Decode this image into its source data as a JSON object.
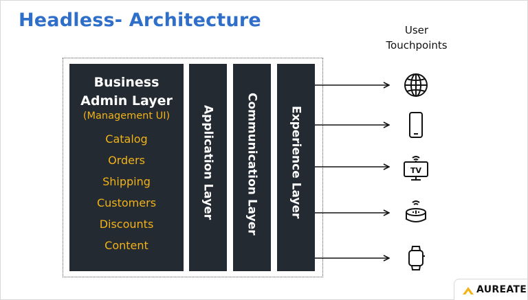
{
  "title": "Headless- Architecture",
  "touchpoints_label": [
    "User",
    "Touchpoints"
  ],
  "business": {
    "heading": [
      "Business",
      "Admin Layer"
    ],
    "subheading": "(Management UI)",
    "items": [
      "Catalog",
      "Orders",
      "Shipping",
      "Customers",
      "Discounts",
      "Content"
    ]
  },
  "layers": [
    "Application Layer",
    "Communication Layer",
    "Experience Layer"
  ],
  "touchpoints": [
    "globe-icon",
    "smartphone-icon",
    "tv-icon",
    "smart-speaker-icon",
    "smartwatch-icon"
  ],
  "colors": {
    "title": "#2f6fca",
    "panel": "#232a31",
    "accent": "#f2b318"
  },
  "logo": {
    "text": "AUREATE"
  }
}
